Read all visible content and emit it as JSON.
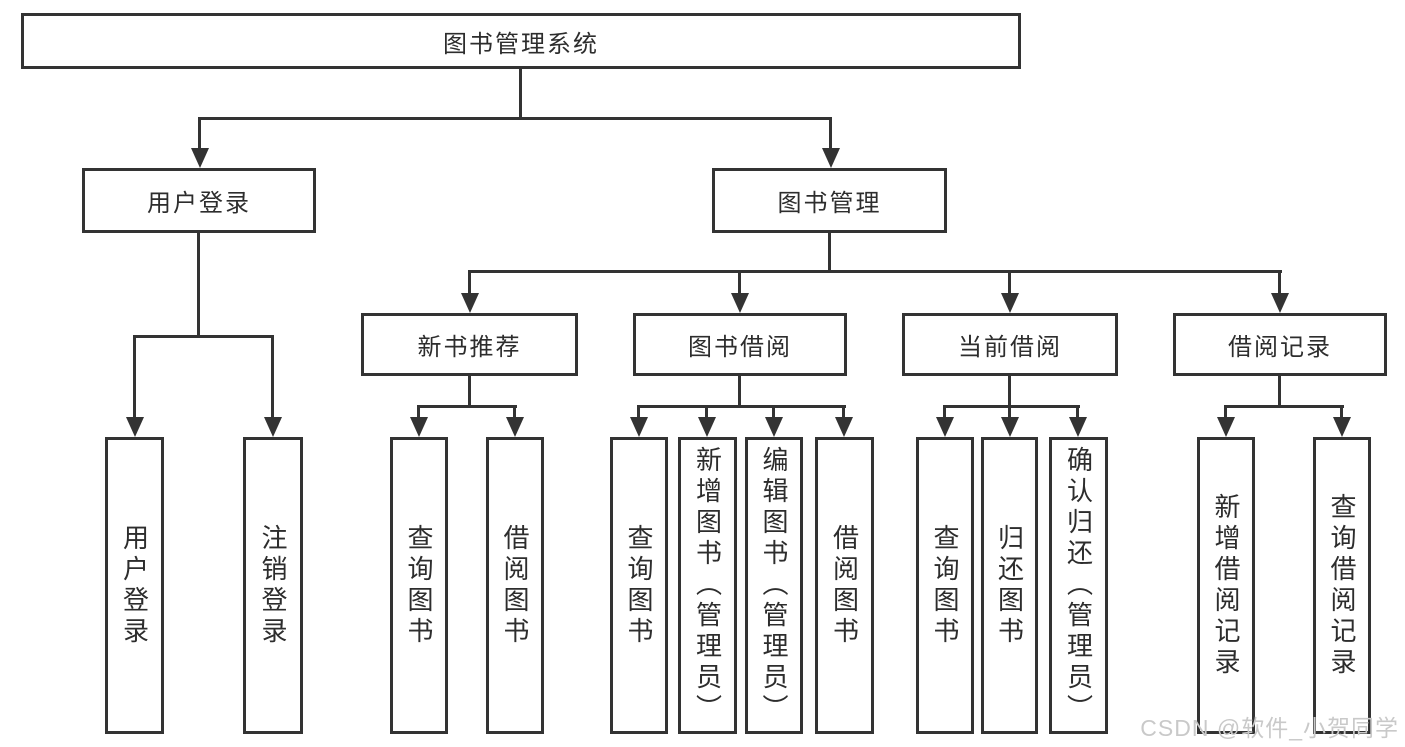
{
  "diagram": {
    "title": "图书管理系统",
    "level2": [
      {
        "label": "用户登录",
        "children": [
          "用户登录",
          "注销登录"
        ]
      },
      {
        "label": "图书管理",
        "groups": [
          {
            "label": "新书推荐",
            "children": [
              "查询图书",
              "借阅图书"
            ]
          },
          {
            "label": "图书借阅",
            "children": [
              "查询图书",
              "新增图书（管理员）",
              "编辑图书（管理员）",
              "借阅图书"
            ]
          },
          {
            "label": "当前借阅",
            "children": [
              "查询图书",
              "归还图书",
              "确认归还（管理员）"
            ]
          },
          {
            "label": "借阅记录",
            "children": [
              "新增借阅记录",
              "查询借阅记录"
            ]
          }
        ]
      }
    ]
  },
  "watermark": {
    "text": "CSDN @软件_小贺同学"
  },
  "colors": {
    "line": "#333333",
    "text": "#2d2d2d",
    "background": "#ffffff",
    "watermark": "#c9c9c9"
  }
}
